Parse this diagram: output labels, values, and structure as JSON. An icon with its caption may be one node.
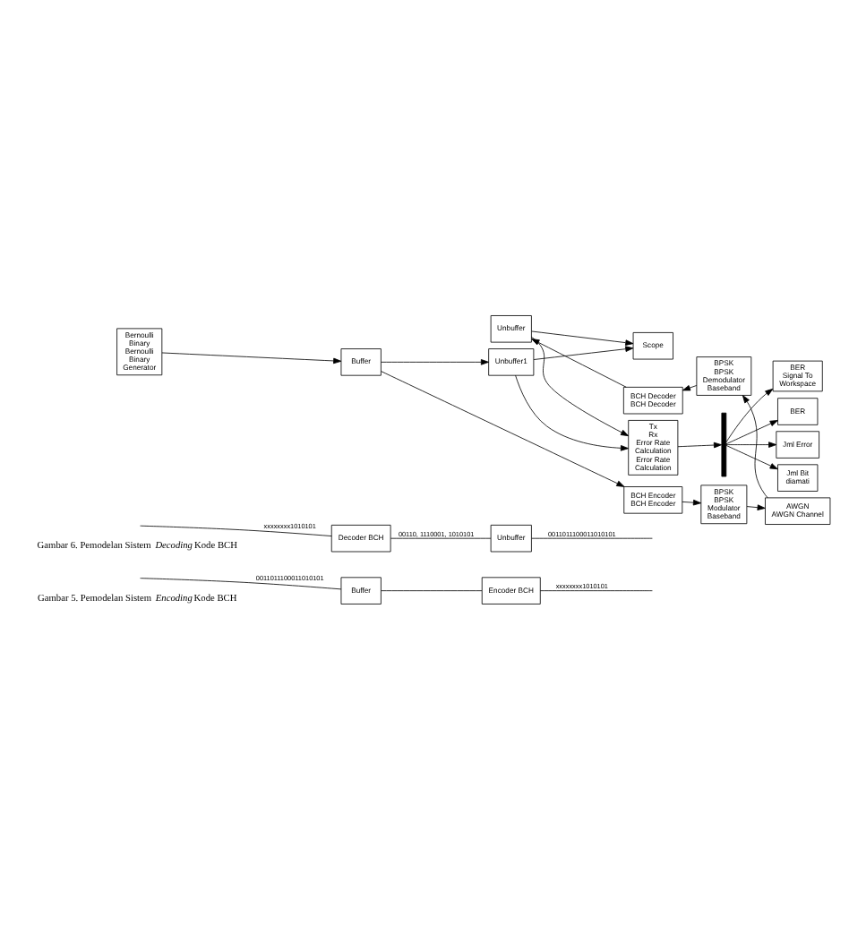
{
  "diagram": {
    "nodes": [
      {
        "text": [
          "Buffer"
        ]
      },
      {
        "text": [
          "Encoder BCH"
        ]
      },
      {
        "text": [
          "Decoder BCH"
        ]
      },
      {
        "text": [
          "Unbuffer"
        ]
      },
      {
        "text": [
          "Bernoulli Binary",
          "Bernoulli Binary Generator"
        ]
      },
      {
        "text": [
          "Buffer"
        ]
      },
      {
        "text": [
          "BCH Encoder",
          "BCH Encoder"
        ]
      },
      {
        "text": [
          "BPSK",
          "BPSK Modulator Baseband"
        ]
      },
      {
        "text": [
          "AWGN",
          "AWGN Channel"
        ]
      },
      {
        "text": [
          "BPSK",
          "BPSK Demodulator Baseband"
        ]
      },
      {
        "text": [
          "BCH Decoder",
          "BCH Decoder"
        ]
      },
      {
        "text": [
          "Unbuffer"
        ]
      },
      {
        "text": [
          "Unbuffer1"
        ]
      },
      {
        "text": [
          "Scope"
        ]
      },
      {
        "text": [
          "Tx",
          "Rx",
          "Error Rate Calculation",
          "Error Rate Calculation"
        ]
      },
      {
        "text": [
          "BER",
          "Signal To Workspace"
        ]
      },
      {
        "text": [],
        "shape": "bar"
      },
      {
        "text": [
          "BER"
        ]
      },
      {
        "text": [
          "Jml Error"
        ]
      },
      {
        "text": [
          "Jml Bit diamati"
        ]
      }
    ],
    "edges": [
      {
        "from": null,
        "to": 0,
        "arrow": "none",
        "label": "0011011100011010101"
      },
      {
        "from": 0,
        "to": 1,
        "arrow": "none"
      },
      {
        "from": 1,
        "to": null,
        "arrow": "none",
        "label": "xxxxxxxx1010101"
      },
      {
        "from": null,
        "to": 2,
        "arrow": "none",
        "label": "xxxxxxxx1010101"
      },
      {
        "from": 2,
        "to": 3,
        "arrow": "none",
        "label": "00110, 1110001, 1010101"
      },
      {
        "from": 3,
        "to": null,
        "arrow": "none",
        "label": "0011011100011010101"
      },
      {
        "from": 4,
        "to": 5,
        "arrow": "to"
      },
      {
        "from": 5,
        "to": 6,
        "arrow": "to"
      },
      {
        "from": 5,
        "to": 12,
        "arrow": "to"
      },
      {
        "from": 6,
        "to": 7,
        "arrow": "to"
      },
      {
        "from": 7,
        "to": 8,
        "arrow": "to"
      },
      {
        "from": 8,
        "to": 9,
        "arrow": "to"
      },
      {
        "from": 9,
        "to": 10,
        "arrow": "to"
      },
      {
        "from": 10,
        "to": 11,
        "arrow": "to"
      },
      {
        "from": 12,
        "to": 13,
        "arrow": "to"
      },
      {
        "from": 12,
        "to": 14,
        "arrow": "to"
      },
      {
        "from": 11,
        "to": 13,
        "arrow": "to"
      },
      {
        "from": 11,
        "to": 14,
        "arrow": "to"
      },
      {
        "from": 14,
        "to": 16,
        "arrow": "to"
      },
      {
        "from": 16,
        "to": 15,
        "arrow": "to"
      },
      {
        "from": 16,
        "to": 17,
        "arrow": "to"
      },
      {
        "from": 16,
        "to": 18,
        "arrow": "to"
      },
      {
        "from": 16,
        "to": 19,
        "arrow": "to"
      }
    ],
    "labels": [
      "Gambar 5. Pemodelan Sistem *Encoding* Kode BCH",
      "Gambar 6. Pemodelan Sistem *Decoding* Kode BCH"
    ]
  }
}
